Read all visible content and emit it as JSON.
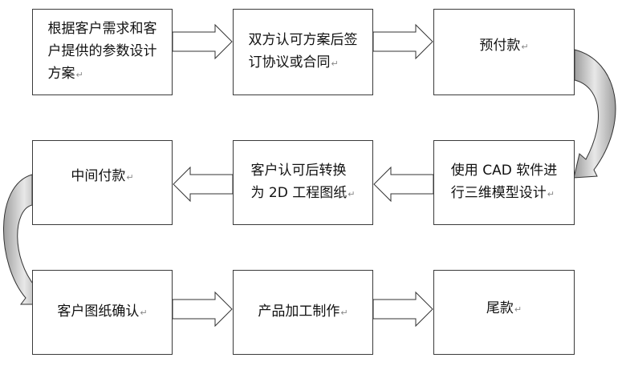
{
  "steps": {
    "s1": "根据客户需求和客\n户提供的参数设计\n方案",
    "s2": "双方认可方案后签\n订协议或合同",
    "s3": "预付款",
    "s4": "使用 CAD 软件进\n行三维模型设计",
    "s5": "客户认可后转换\n为 2D 工程图纸",
    "s6": "中间付款",
    "s7": "客户图纸确认",
    "s8": "产品加工制作",
    "s9": "尾款"
  },
  "paragraph_mark": "↵",
  "colors": {
    "border": "#3a3a3a",
    "arrow_fill": "#ffffff",
    "curve_fill": "#bfbfbf"
  }
}
